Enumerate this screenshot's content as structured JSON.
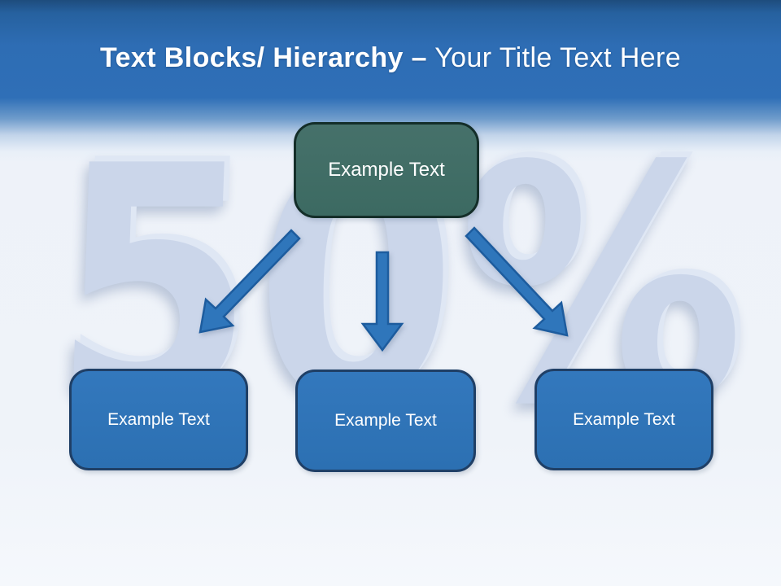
{
  "slide": {
    "title": {
      "bold": "Text Blocks/ Hierarchy –",
      "regular": " Your Title Text Here"
    },
    "watermark_text": "50%",
    "parent_block": {
      "label": "Example Text"
    },
    "child_blocks": [
      {
        "label": "Example Text"
      },
      {
        "label": "Example Text"
      },
      {
        "label": "Example Text"
      }
    ],
    "colors": {
      "header_blue_top": "#1E4C7D",
      "header_blue": "#2F6FB7",
      "title_text": "#FFFFFF",
      "teal_fill": "#3E6D66",
      "teal_border": "#142E29",
      "blue_fill": "#2E75B6",
      "blue_border": "#1F3F66",
      "arrow_fill": "#2F76BB",
      "arrow_border": "#1D5C9E",
      "watermark": "#CBD6EA",
      "background": "#EEF2F9"
    }
  }
}
